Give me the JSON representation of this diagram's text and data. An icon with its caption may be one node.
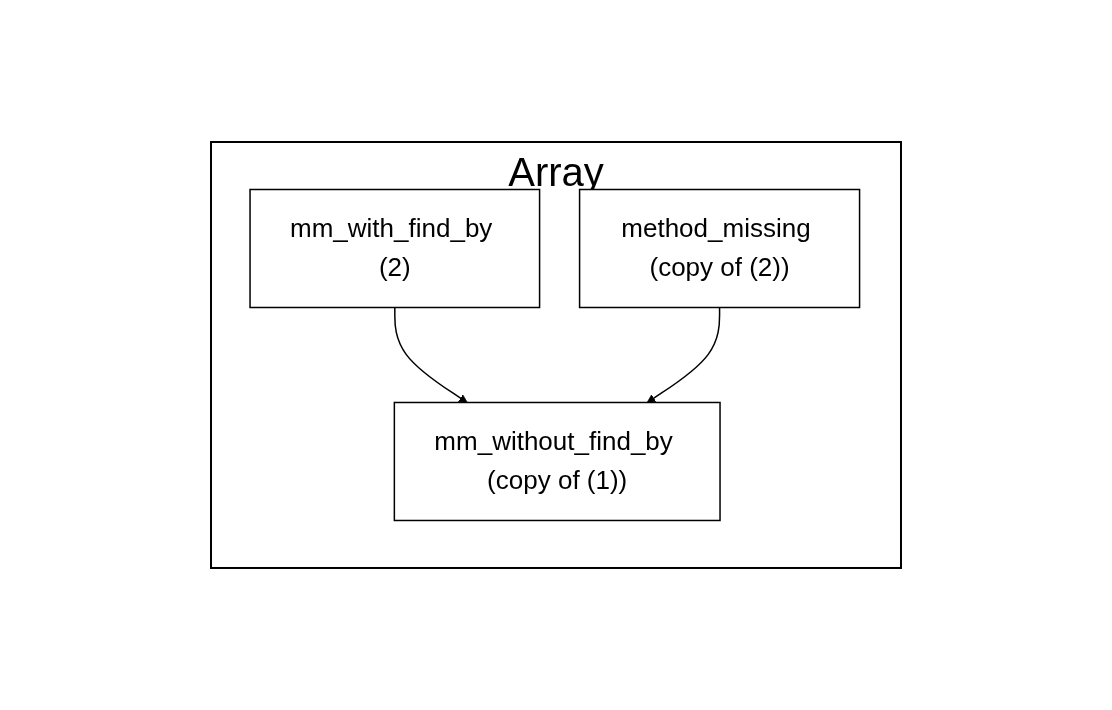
{
  "diagram": {
    "nodes": [
      {
        "text": [
          "Array"
        ]
      },
      {
        "text": [
          "mm_with_find_by (2)"
        ],
        "in": 0
      },
      {
        "text": [
          "mm_without_find_by (copy of (1))"
        ],
        "in": 0
      },
      {
        "text": [
          "method_missing (copy of (2))"
        ],
        "in": 0
      }
    ],
    "edges": [
      {
        "from": 1,
        "to": 2,
        "arrow": "to"
      },
      {
        "from": 3,
        "to": 2,
        "arrow": "to"
      }
    ]
  }
}
